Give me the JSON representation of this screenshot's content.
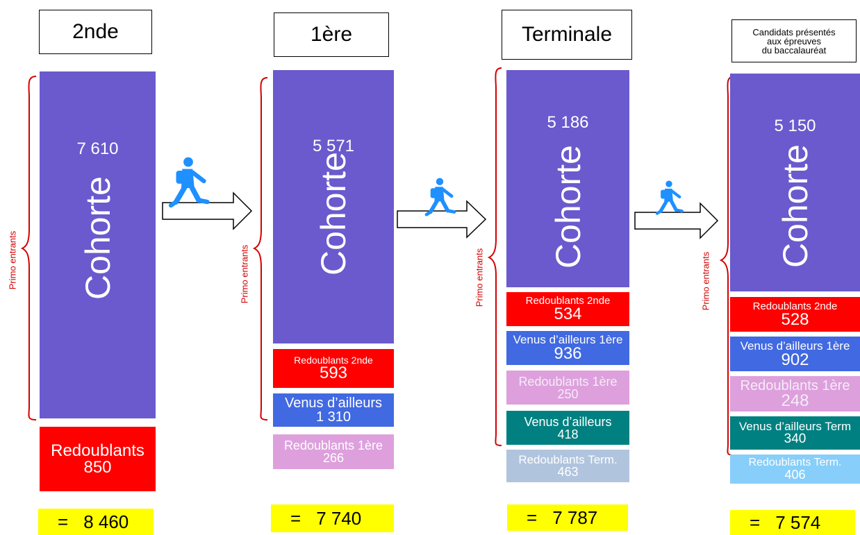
{
  "colors": {
    "cohort": "#6a5acd",
    "redoublants_2nde": "#ff0000",
    "venus_1ere": "#4169e1",
    "redoublants_1ere": "#dda0dd",
    "venus_term": "#008080",
    "redoublants_term_col3": "#b0c4de",
    "redoublants_term_col4": "#87cefa",
    "total": "#ffff00",
    "brace": "#d40000",
    "walker": "#1e90ff"
  },
  "headers": [
    "2nde",
    "1ère",
    "Terminale",
    "Candidats présentés aux épreuves du baccalauréat"
  ],
  "header_lines_bac": [
    "Candidats présentés",
    "aux épreuves",
    "du baccalauréat"
  ],
  "cohort_label": "Cohorte",
  "primo_label": "Primo entrants",
  "columns": [
    {
      "cohort_value": "7 610",
      "blocks": [
        {
          "label": "Redoublants",
          "value": "850"
        }
      ],
      "total_eq": "=",
      "total_value": "8 460"
    },
    {
      "cohort_value": "5 571",
      "blocks": [
        {
          "label": "Redoublants 2nde",
          "value": "593"
        },
        {
          "label": "Venus d’ailleurs",
          "value": "1 310"
        },
        {
          "label": "Redoublants 1ère",
          "value": "266"
        }
      ],
      "total_eq": "=",
      "total_value": "7 740"
    },
    {
      "cohort_value": "5 186",
      "blocks": [
        {
          "label": "Redoublants 2nde",
          "value": "534"
        },
        {
          "label": "Venus d’ailleurs 1ère",
          "value": "936"
        },
        {
          "label": "Redoublants 1ère",
          "value": "250"
        },
        {
          "label": "Venus d’ailleurs",
          "value": "418"
        },
        {
          "label": "Redoublants Term.",
          "value": "463"
        }
      ],
      "total_eq": "=",
      "total_value": "7 787"
    },
    {
      "cohort_value": "5 150",
      "blocks": [
        {
          "label": "Redoublants 2nde",
          "value": "528"
        },
        {
          "label": "Venus d’ailleurs 1ère",
          "value": "902"
        },
        {
          "label": "Redoublants 1ère",
          "value": "248"
        },
        {
          "label": "Venus d’ailleurs Term",
          "value": "340"
        },
        {
          "label": "Redoublants Term.",
          "value": "406"
        }
      ],
      "total_eq": "=",
      "total_value": "7 574"
    }
  ]
}
